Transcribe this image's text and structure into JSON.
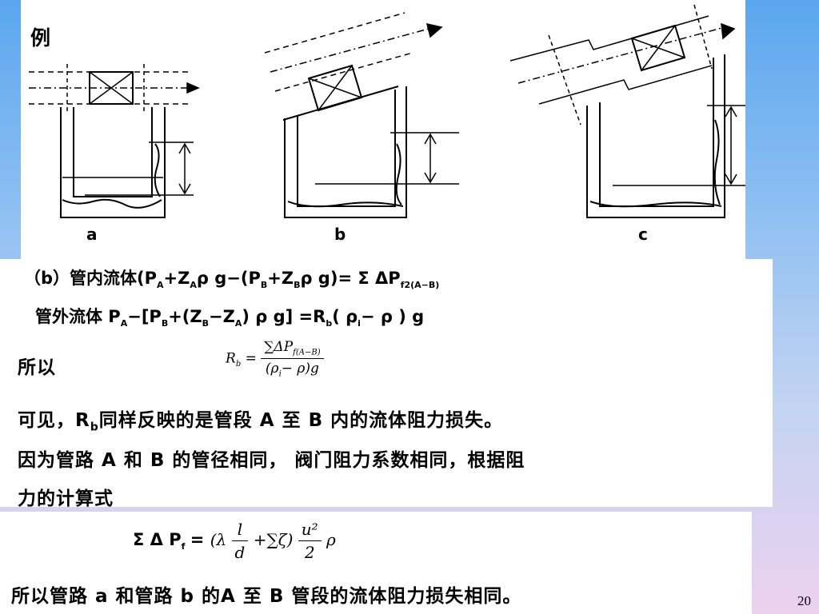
{
  "figure": {
    "example_label": "例",
    "sub_labels": [
      "a",
      "b",
      "c"
    ]
  },
  "text": {
    "line1_prefix": "（b）管内流体(P",
    "line1_sub1": "A",
    "line1_mid1": "+Z",
    "line1_sub2": "A",
    "line1_mid2": "ρ g−(P",
    "line1_sub3": "B",
    "line1_mid3": "+Z",
    "line1_sub4": "B",
    "line1_mid4": "ρ g)= Σ ΔP",
    "line1_sub5": "f2(A−B)",
    "line2_prefix": "管外流体 P",
    "line2_sub1": "A",
    "line2_mid1": "−[P",
    "line2_sub2": "B",
    "line2_mid2": "+(Z",
    "line2_sub3": "B",
    "line2_mid3": "−Z",
    "line2_sub4": "A",
    "line2_mid4": ") ρ g] =R",
    "line2_sub5": "b",
    "line2_mid5": "( ρ",
    "line2_sub6": "i",
    "line2_end": "− ρ ) g",
    "therefore": "所以",
    "formula_lhs": "R",
    "formula_lhs_sub": "b",
    "formula_num": "∑ΔP",
    "formula_num_sub": "f(A−B)",
    "formula_den": "(ρ",
    "formula_den_sub": "i",
    "formula_den_end": "− ρ)g",
    "para1_a": "可见，R",
    "para1_sub": "b",
    "para1_b": "同样反映的是管段 A 至 B 内的流体阻力损失。",
    "para2": "因为管路 A 和 B 的管径相同， 阀门阻力系数相同，根据阻",
    "para3": "力的计算式"
  },
  "bottom": {
    "eq_lhs": "Σ Δ P",
    "eq_lhs_sub": "f",
    "eq_lambda": "(λ",
    "eq_l": "l",
    "eq_d": "d",
    "eq_plus": "+∑ζ)",
    "eq_u": "u²",
    "eq_2": "2",
    "eq_rho": "ρ",
    "conclusion": "所以管路 a 和管路 b 的A 至 B 管段的流体阻力损失相同。"
  },
  "page_number": "20"
}
